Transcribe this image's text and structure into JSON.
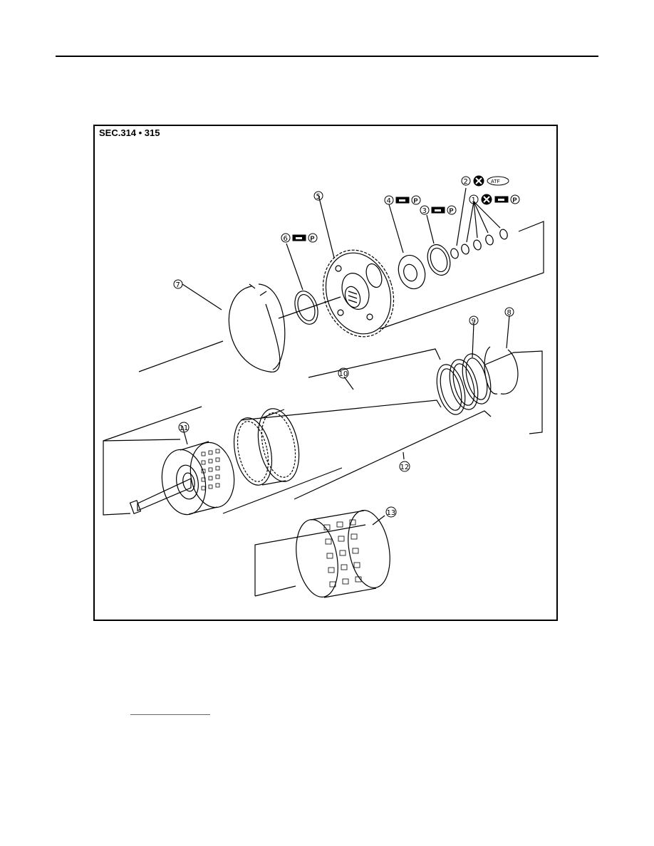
{
  "figure": {
    "section_ref": "SEC.314 • 315",
    "callouts": [
      "1",
      "2",
      "3",
      "4",
      "5",
      "6",
      "7",
      "8",
      "9",
      "10",
      "11",
      "12",
      "13"
    ],
    "symbols": {
      "atf": "ATF",
      "petroleum_jelly": "P",
      "do_not_reuse_icon": "circled-x-icon",
      "apply_icon": "grease-apply-icon"
    }
  },
  "footer": {
    "link_text": ""
  },
  "colors": {
    "link": "#1a9b1a",
    "line": "#000000"
  }
}
